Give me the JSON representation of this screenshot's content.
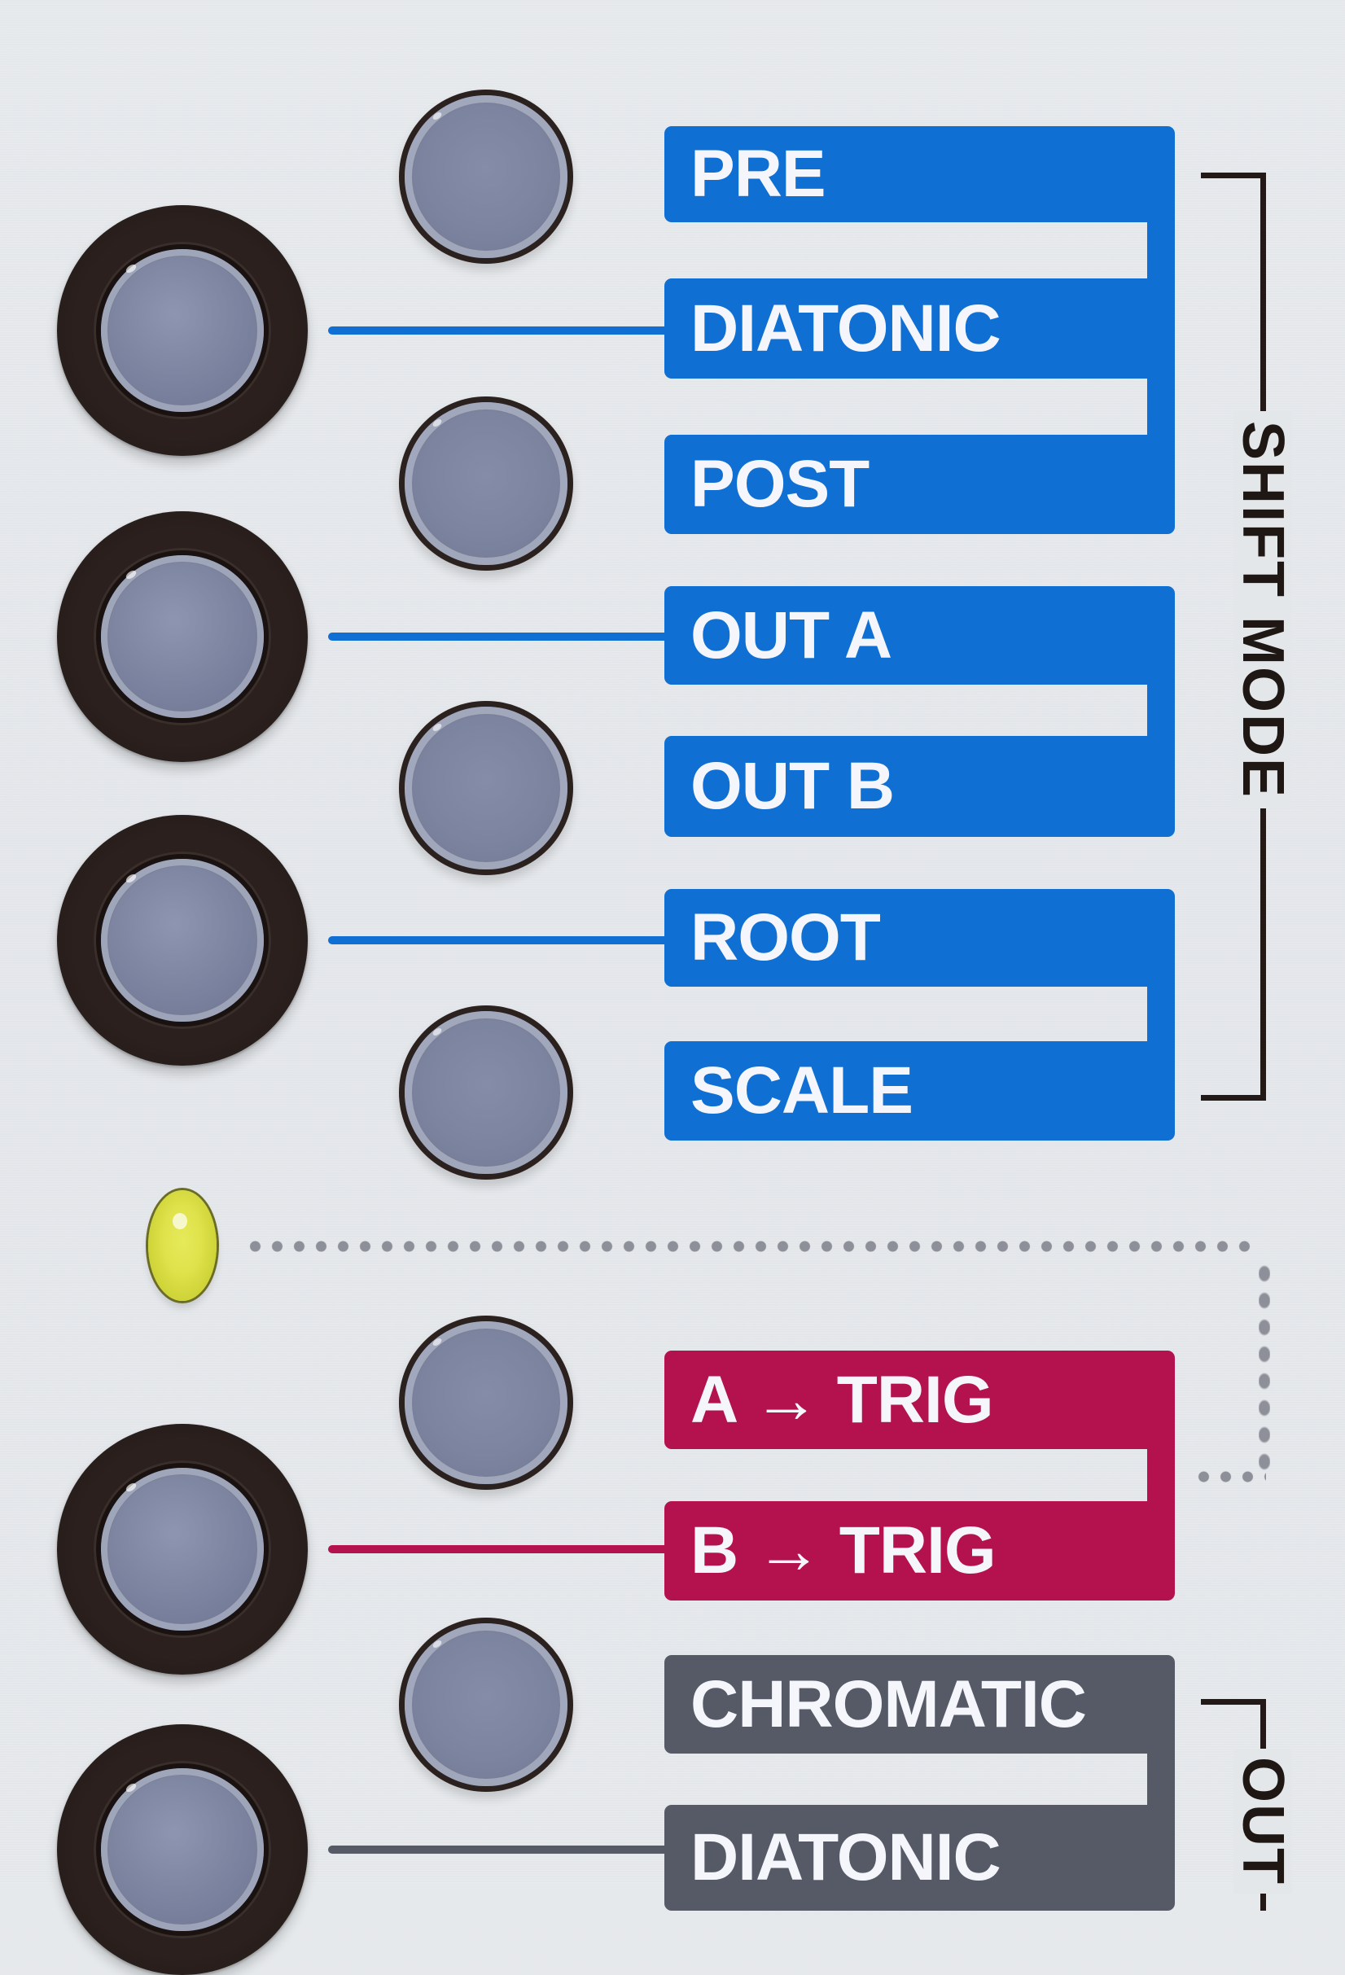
{
  "panel": {
    "background_color": "#e4e7ea",
    "accent_colors": {
      "shift_mode_blue": "#0f6fd3",
      "trig_magenta": "#b3124f",
      "out_grey": "#555a66",
      "led_yellow": "#dfe24a",
      "bracket_dark": "#231a17"
    }
  },
  "shift_mode_group": {
    "title": "SHIFT MODE",
    "labels": [
      {
        "text": "PRE"
      },
      {
        "text": "DIATONIC"
      },
      {
        "text": "POST"
      },
      {
        "text": "OUT A"
      },
      {
        "text": "OUT B"
      },
      {
        "text": "ROOT"
      },
      {
        "text": "SCALE"
      }
    ]
  },
  "trig_group": {
    "labels": [
      {
        "text": "A → TRIG"
      },
      {
        "text": "B → TRIG"
      }
    ]
  },
  "out_group": {
    "title": "OUT",
    "labels": [
      {
        "text": "CHROMATIC"
      },
      {
        "text": "DIATONIC"
      }
    ]
  },
  "controls": {
    "large_buttons": [
      "shift-diatonic",
      "shift-out-a",
      "shift-root",
      "trig-b",
      "out-diatonic"
    ],
    "small_buttons": [
      "pre",
      "post",
      "out-b",
      "scale",
      "trig-a",
      "chromatic"
    ],
    "led": {
      "state": "on",
      "color": "yellow"
    }
  }
}
